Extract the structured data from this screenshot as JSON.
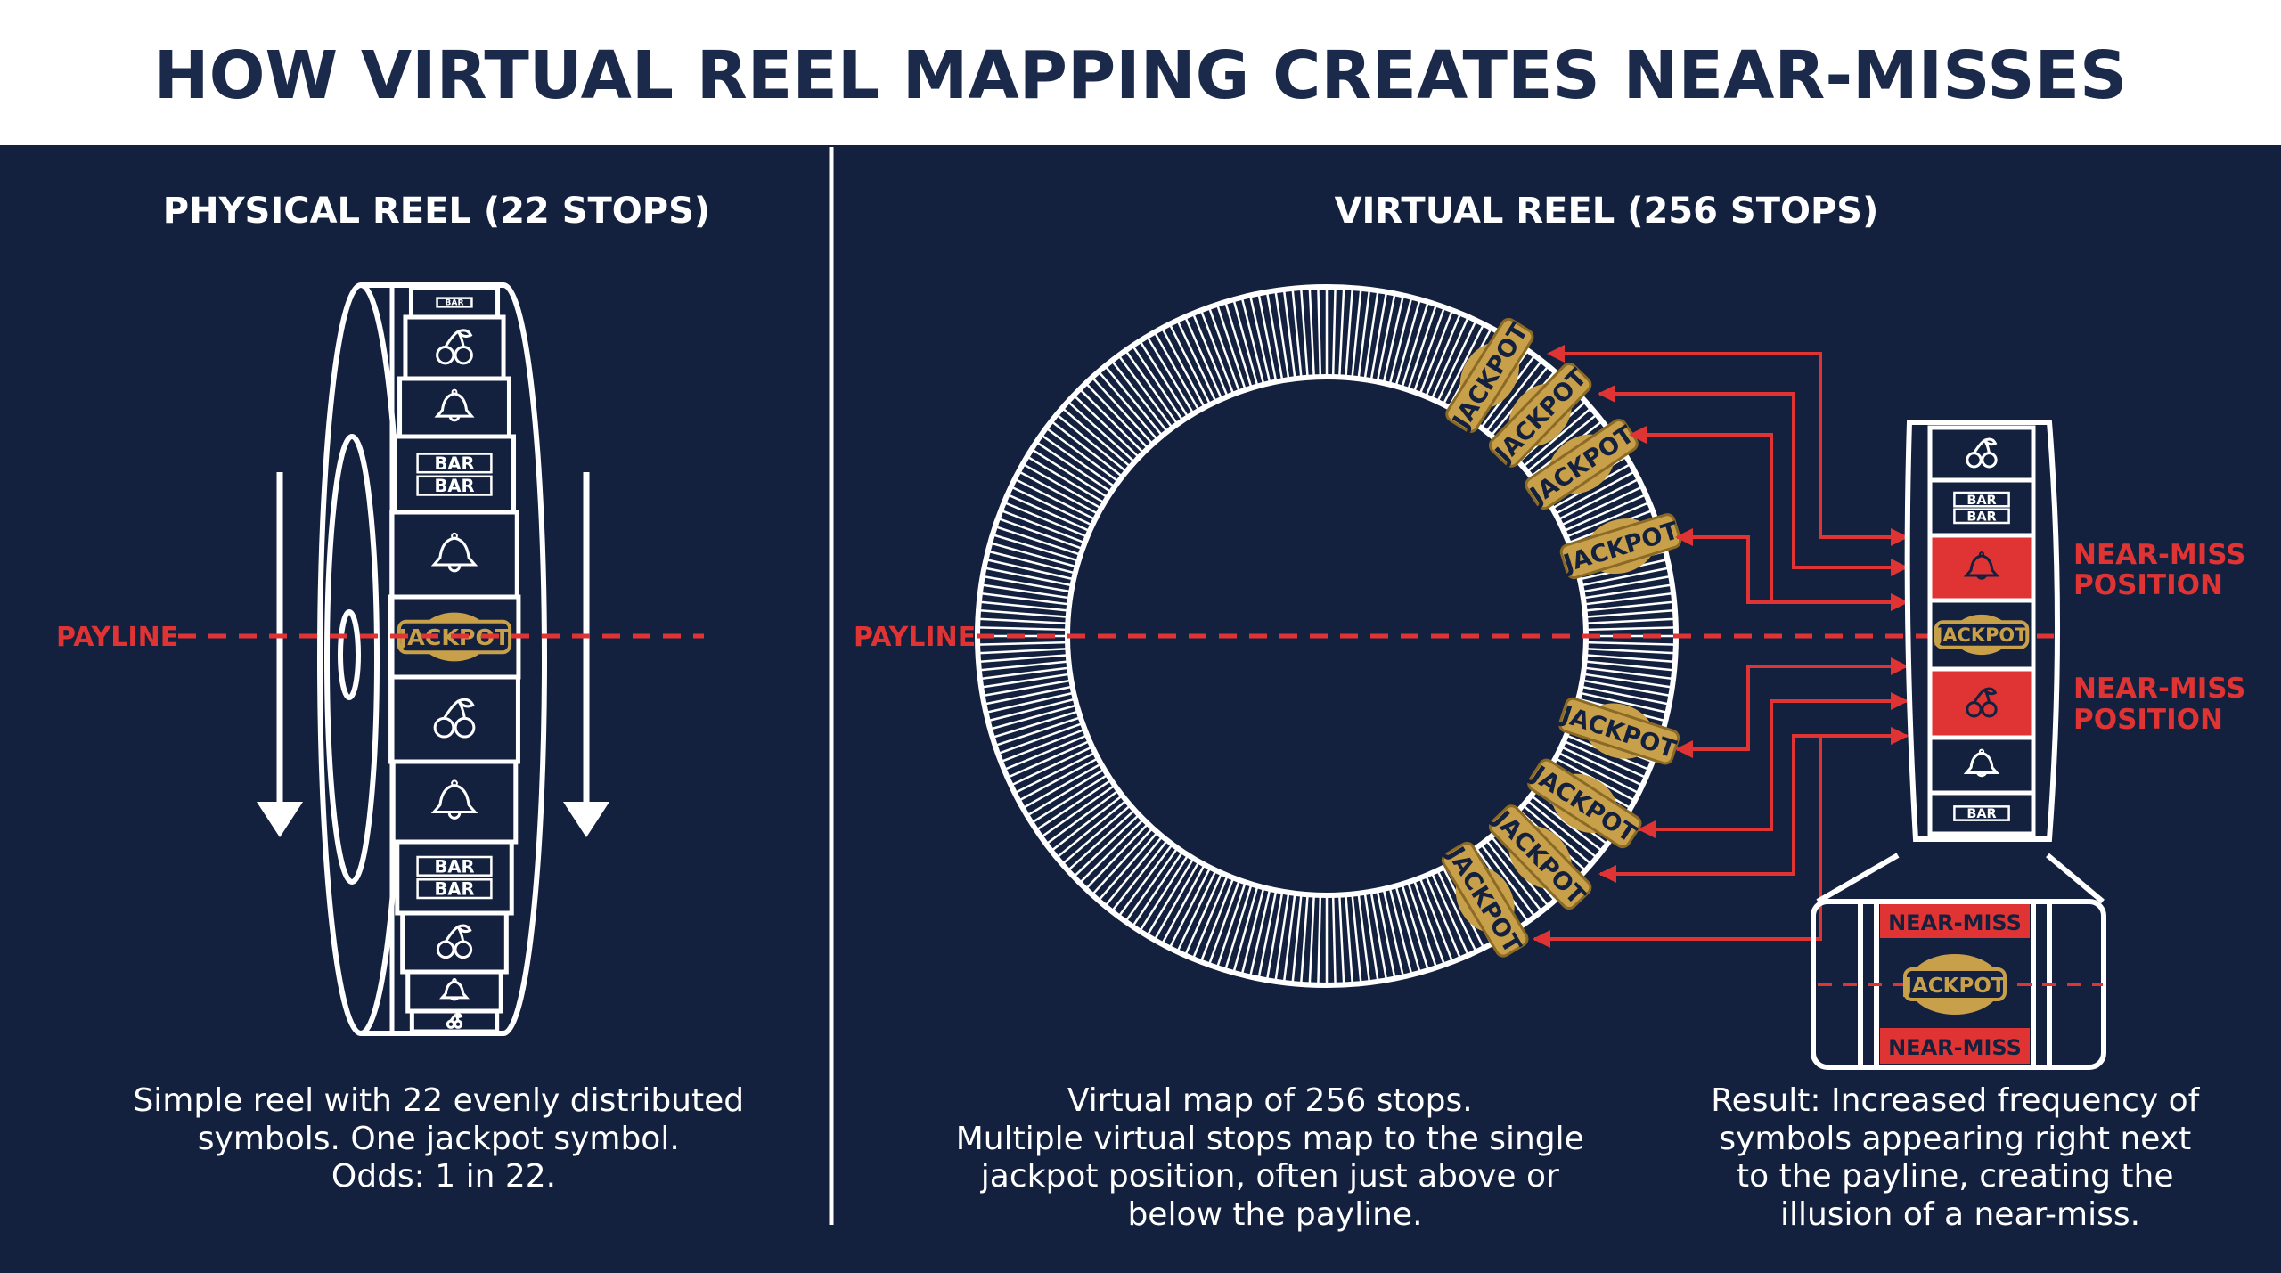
{
  "title": "HOW VIRTUAL REEL MAPPING CREATES NEAR-MISSES",
  "colors": {
    "background": "#13213f",
    "accent_red": "#e03434",
    "jackpot_gold": "#c9a04a",
    "title_band": "#ffffff"
  },
  "physical": {
    "heading": "PHYSICAL REEL (22 STOPS)",
    "payline_label": "PAYLINE",
    "symbols": [
      "bar",
      "cherry",
      "bell",
      "double-bar",
      "bell",
      "jackpot",
      "cherry",
      "bell",
      "double-bar",
      "cherry",
      "bell",
      "cherry"
    ],
    "jackpot_label": "JACKPOT",
    "bar_label": "BAR",
    "caption": [
      "Simple reel with 22 evenly distributed",
      "symbols. One jackpot symbol.",
      "Odds: 1 in 22."
    ]
  },
  "virtual": {
    "heading": "VIRTUAL REEL (256 STOPS)",
    "payline_label": "PAYLINE",
    "stops": 256,
    "jackpot_labels": [
      "JACKPOT",
      "JACKPOT",
      "JACKPOT",
      "JACKPOT",
      "JACKPOT",
      "JACKPOT",
      "JACKPOT",
      "JACKPOT"
    ],
    "caption": [
      "Virtual map of 256 stops.",
      "Multiple virtual stops map to the single",
      "jackpot position, often just above or",
      "below the payline."
    ]
  },
  "result": {
    "reel_symbols": [
      "cherry",
      "double-bar",
      "bell-near-miss",
      "jackpot",
      "cherry-near-miss",
      "bell",
      "bar"
    ],
    "near_miss_label_1": [
      "NEAR-MISS",
      "POSITION"
    ],
    "near_miss_label_2": [
      "NEAR-MISS",
      "POSITION"
    ],
    "zoom_top": "NEAR-MISS",
    "zoom_jackpot": "JACKPOT",
    "zoom_bottom": "NEAR-MISS",
    "caption": [
      "Result: Increased frequency of",
      "symbols appearing right next",
      "to the payline, creating the",
      "illusion of a near-miss."
    ]
  }
}
